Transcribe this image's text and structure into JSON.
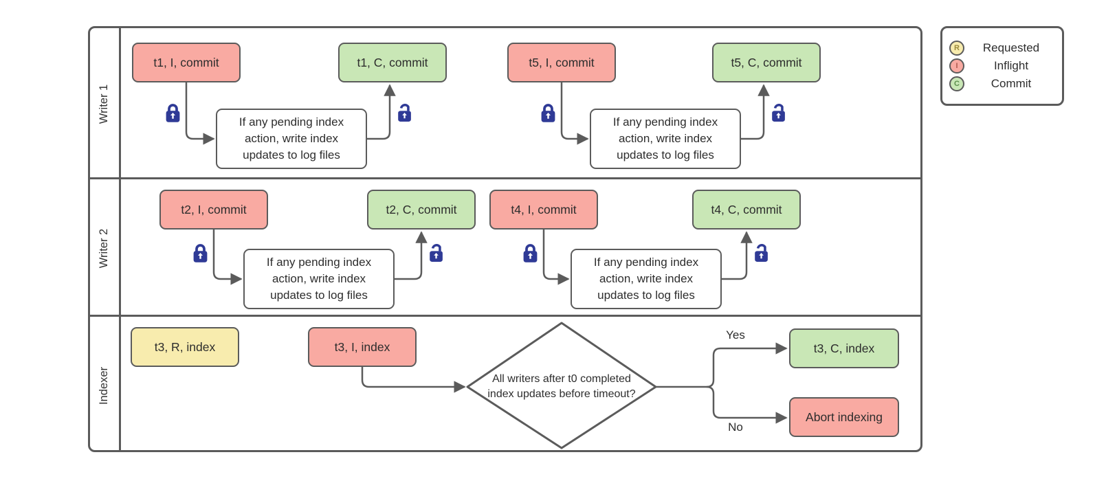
{
  "legend": {
    "items": [
      {
        "letter": "R",
        "label": "Requested"
      },
      {
        "letter": "I",
        "label": "Inflight"
      },
      {
        "letter": "C",
        "label": "Commit"
      }
    ]
  },
  "lanes": [
    {
      "label": "Writer 1",
      "nodes": {
        "inflight1": "t1, I, commit",
        "process1": "If any pending index action, write index updates to log files",
        "commit1": "t1, C, commit",
        "inflight2": "t5, I, commit",
        "process2": "If any pending index action, write index updates to log files",
        "commit2": "t5, C, commit"
      }
    },
    {
      "label": "Writer 2",
      "nodes": {
        "inflight1": "t2, I, commit",
        "process1": "If any pending index action, write index updates to log files",
        "commit1": "t2, C, commit",
        "inflight2": "t4, I, commit",
        "process2": "If any pending index action, write index updates to log files",
        "commit2": "t4, C, commit"
      }
    },
    {
      "label": "Indexer",
      "nodes": {
        "requested": "t3, R, index",
        "inflight": "t3, I, index",
        "decision": "All writers after t0 completed index updates before timeout?",
        "yes_label": "Yes",
        "no_label": "No",
        "commit": "t3, C, index",
        "abort": "Abort indexing"
      }
    }
  ],
  "colors": {
    "requested_fill": "#f8ecae",
    "inflight_fill": "#f9aaa2",
    "commit_fill": "#c9e7b6",
    "process_fill": "#ffffff",
    "border": "#5b5b5b",
    "lock": "#2f3a96"
  }
}
